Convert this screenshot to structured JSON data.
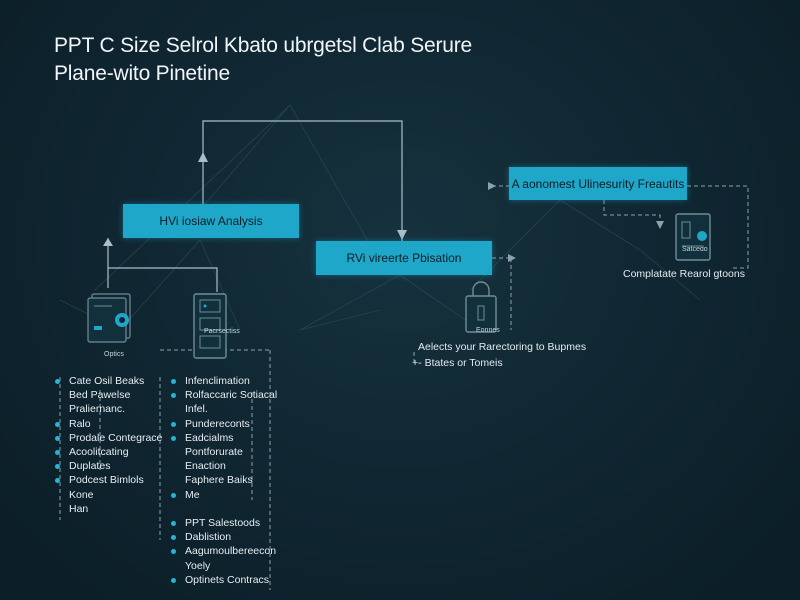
{
  "title": {
    "line1": "PPT C Size Selrol Kbato ubrgetsl Clab Serure",
    "line2": "Plane-wito Pinetine"
  },
  "boxes": {
    "analysis": "HVi iosiaw Analysis",
    "publication": "RVi vireerte Pbisation",
    "results": "A aonomest Ulinesurity Freautits"
  },
  "icons": {
    "left": "document-icon",
    "middle": "server-rack-icon",
    "right_mid": "lock-icon",
    "right_top": "control-panel-icon"
  },
  "icon_labels": {
    "left": "Optics",
    "middle": "Pacrsectiss",
    "right_mid": "Eonnes",
    "right_top": "Satcedo"
  },
  "annotations": {
    "results_caption": "Complatate Rearol gtoons",
    "publication_line1": "Aelects your Rarectoring to Bupmes",
    "publication_line2": "Btates or Tomeis",
    "publication_prefix": "+-"
  },
  "list_left": [
    {
      "text": "Cate Osil Beaks",
      "bullet": true
    },
    {
      "text": "Bed Pawelse",
      "bullet": false
    },
    {
      "text": "Praliernanc.",
      "bullet": false
    },
    {
      "text": "Ralo",
      "bullet": true
    },
    {
      "text": "Prodale Contegrace",
      "bullet": true
    },
    {
      "text": "Acoolitcating",
      "bullet": true
    },
    {
      "text": "Duplates",
      "bullet": true
    },
    {
      "text": "Podcest Bimlols",
      "bullet": true
    },
    {
      "text": "Kone",
      "bullet": false
    },
    {
      "text": "Han",
      "bullet": false
    }
  ],
  "list_right": [
    {
      "text": "Infenclimation",
      "bullet": true
    },
    {
      "text": "Rolfaccaric Sotiacal",
      "bullet": true
    },
    {
      "text": "Infel.",
      "bullet": false
    },
    {
      "text": "Pundereconts",
      "bullet": true
    },
    {
      "text": "Eadcialms",
      "bullet": true
    },
    {
      "text": "Pontforurate",
      "bullet": false
    },
    {
      "text": "Enaction",
      "bullet": false
    },
    {
      "text": "Faphere Baiks",
      "bullet": false
    },
    {
      "text": "Me",
      "bullet": true
    }
  ],
  "list_right2": [
    {
      "text": "PPT Salestoods",
      "bullet": true
    },
    {
      "text": "Dablistion",
      "bullet": true
    },
    {
      "text": "Aagumoulbereecon",
      "bullet": true
    },
    {
      "text": "Yoely",
      "bullet": false
    },
    {
      "text": "Optinets Contracs",
      "bullet": true
    }
  ],
  "colors": {
    "accent": "#1ea7c9",
    "background": "#0f2530",
    "line": "#9fb6c1"
  }
}
